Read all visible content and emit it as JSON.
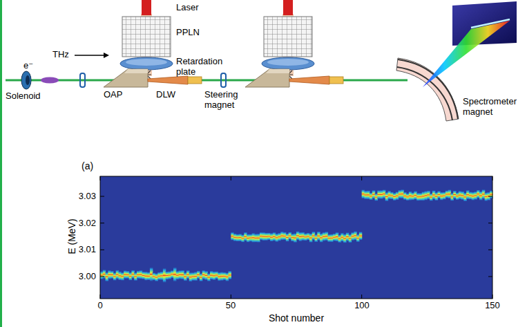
{
  "diagram": {
    "labels": [
      "Laser",
      "PPLN",
      "THz",
      "Retardation plate",
      "e⁻",
      "Solenoid",
      "OAP",
      "DLW",
      "Steering magnet",
      "Spectrometer magnet",
      "(a)",
      "3.03",
      "3.02",
      "3.01",
      "3.00",
      "E (MeV)",
      "0",
      "50",
      "100",
      "150",
      "Shot number"
    ]
  }
}
